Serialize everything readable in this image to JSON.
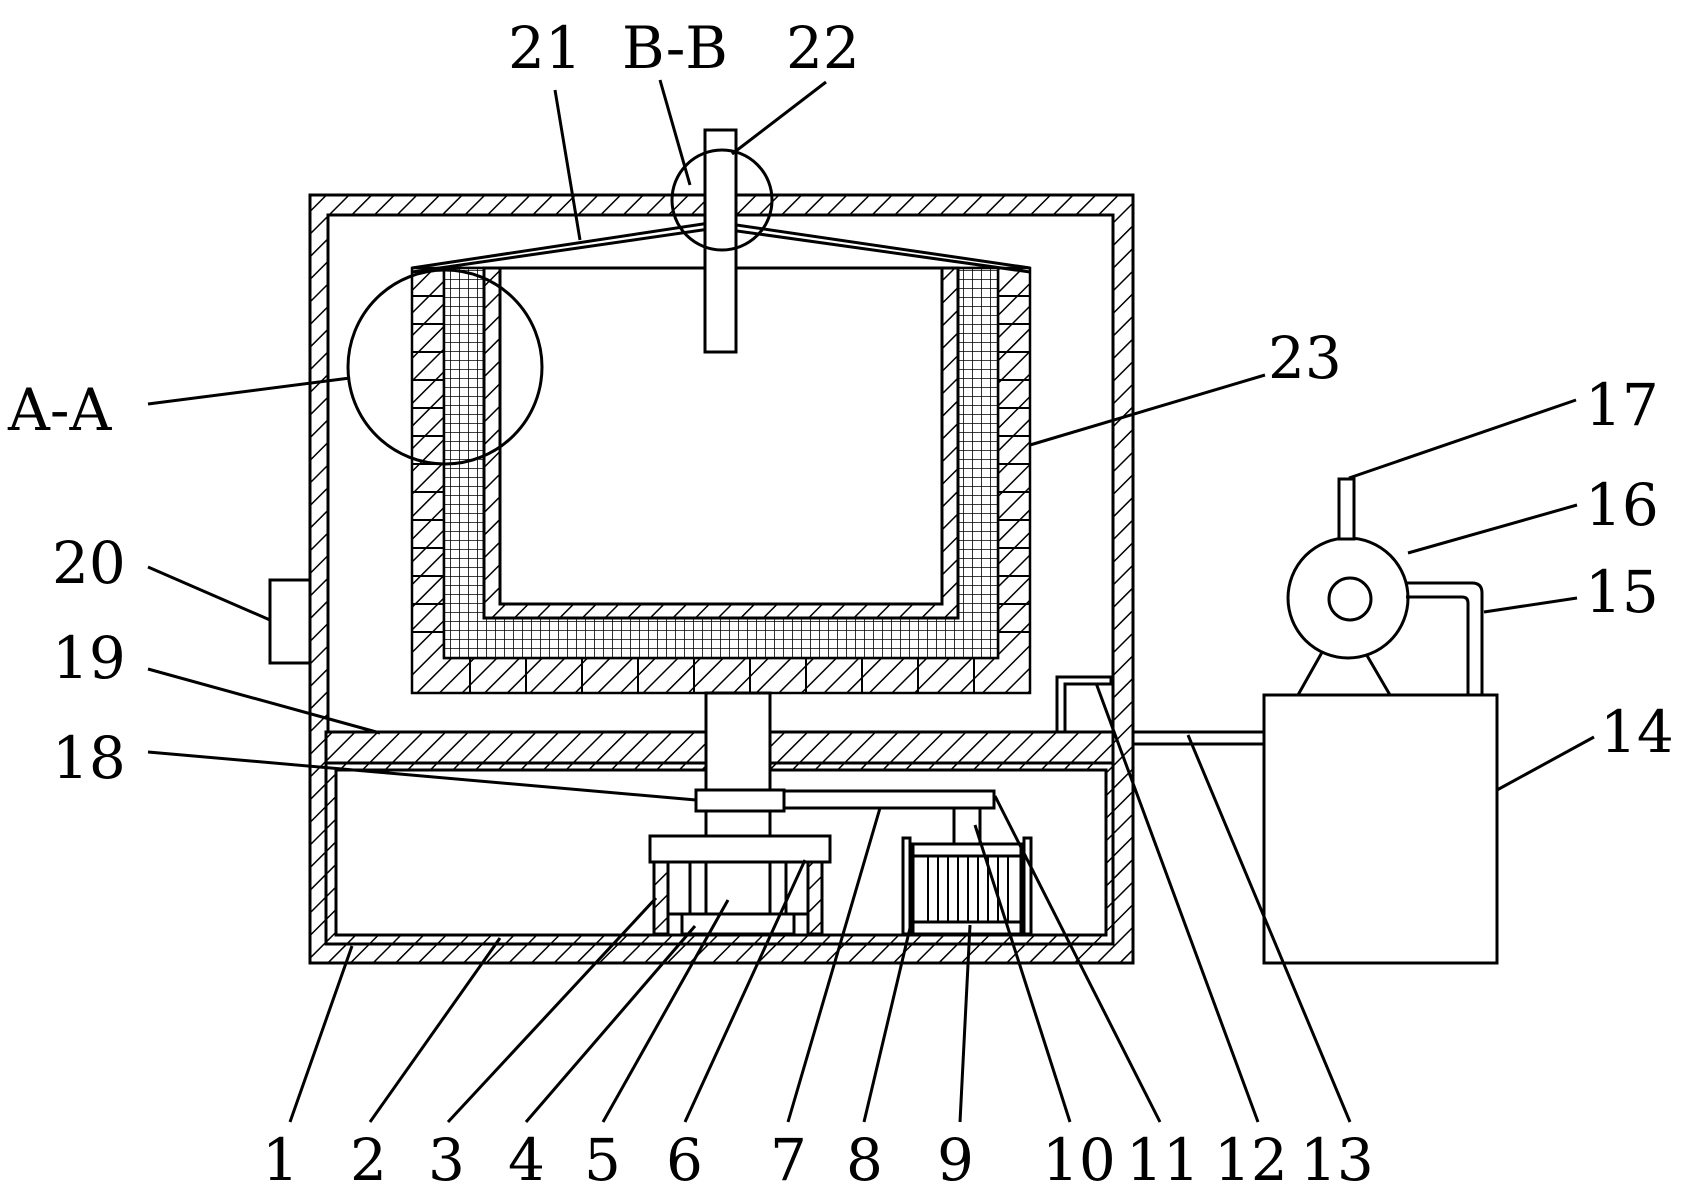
{
  "figure": {
    "label_numbers": [
      "1",
      "2",
      "3",
      "4",
      "5",
      "6",
      "7",
      "8",
      "9",
      "10",
      "11",
      "12",
      "13",
      "14",
      "15",
      "16",
      "17",
      "18",
      "19",
      "20",
      "21",
      "22",
      "23"
    ],
    "section_labels": {
      "a": "A-A",
      "b": "B-B"
    },
    "colors": {
      "ink": "#000000",
      "paper": "#ffffff"
    }
  }
}
